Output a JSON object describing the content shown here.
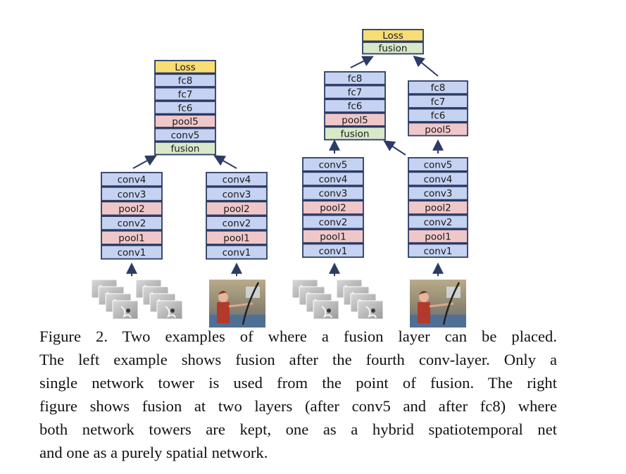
{
  "diagram": {
    "colors": {
      "conv": "#c5d2f2",
      "pool": "#f0c7c9",
      "fusion": "#d8e8c9",
      "loss": "#f8dd74",
      "border": "#2b3b63",
      "arrow": "#2b3b63"
    },
    "left_example": {
      "motion_tower": {
        "layers": [
          "conv4",
          "conv3",
          "pool2",
          "conv2",
          "pool1",
          "conv1"
        ]
      },
      "spatial_tower": {
        "layers": [
          "conv4",
          "conv3",
          "pool2",
          "conv2",
          "pool1",
          "conv1"
        ]
      },
      "fused_tower": {
        "layers": [
          "Loss",
          "fc8",
          "fc7",
          "fc6",
          "pool5",
          "conv5",
          "fusion"
        ]
      }
    },
    "right_example": {
      "motion_tower": {
        "layers": [
          "conv5",
          "conv4",
          "conv3",
          "pool2",
          "conv2",
          "pool1",
          "conv1"
        ]
      },
      "spatial_tower": {
        "layers": [
          "conv5",
          "conv4",
          "conv3",
          "pool2",
          "conv2",
          "pool1",
          "conv1"
        ]
      },
      "hybrid_tower": {
        "layers": [
          "fc8",
          "fc7",
          "fc6",
          "pool5",
          "fusion"
        ]
      },
      "spatial_top_tower": {
        "layers": [
          "fc8",
          "fc7",
          "fc6",
          "pool5"
        ]
      },
      "top_tower": {
        "layers": [
          "Loss",
          "fusion"
        ]
      }
    }
  },
  "caption": {
    "lines": [
      "Figure 2. Two examples of where a fusion layer can be placed.",
      "The left example shows fusion after the fourth conv-layer. Only a",
      "single network tower is used from the point of fusion.  The right",
      "figure shows fusion at two layers (after conv5 and after fc8) where",
      "both network towers are kept, one as a hybrid spatiotemporal net",
      "and one as a purely spatial network."
    ]
  }
}
